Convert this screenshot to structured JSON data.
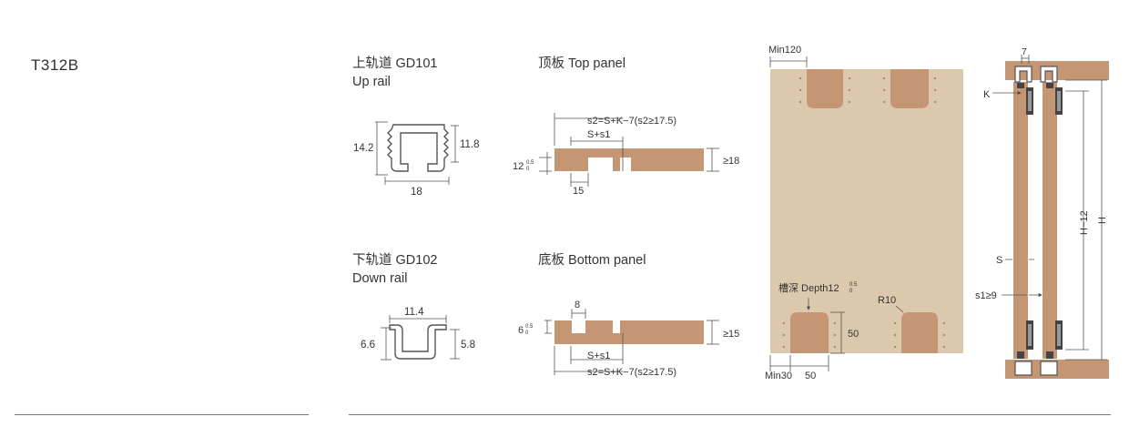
{
  "model": "T312B",
  "up_rail": {
    "title_cn_code": "上轨道 GD101",
    "title_en": "Up rail",
    "dims": {
      "height_outer": "14.2",
      "height_inner": "11.8",
      "width": "18"
    }
  },
  "top_panel": {
    "title": "顶板 Top panel",
    "dims": {
      "s2": "s2=S+K−7(s2≥17.5)",
      "s_s1": "S+s1",
      "depth": "12",
      "tol_upper": "0.5",
      "tol_lower": "0",
      "groove_width": "15",
      "thickness": "≥18"
    }
  },
  "down_rail": {
    "title_cn_code": "下轨道 GD102",
    "title_en": "Down rail",
    "dims": {
      "width": "11.4",
      "height_outer": "6.6",
      "height_inner": "5.8"
    }
  },
  "bottom_panel": {
    "title": "底板 Bottom panel",
    "dims": {
      "groove_width": "8",
      "depth": "6",
      "tol_upper": "0.5",
      "tol_lower": "0",
      "thickness": "≥15",
      "s_s1": "S+s1",
      "s2": "s2=S+K−7(s2≥17.5)"
    }
  },
  "front_view": {
    "min120": "Min120",
    "groove_depth": "槽深 Depth12",
    "tol_upper": "0.5",
    "tol_lower": "0",
    "r10": "R10",
    "dim_50_vertical": "50",
    "min30": "Min30",
    "dim_50_horizontal": "50"
  },
  "side_view": {
    "k7": "7",
    "k": "K",
    "h12": "H−12",
    "h": "H",
    "s": "S",
    "s1": "s1≥9"
  },
  "colors": {
    "wood": "#c59673",
    "panel_face": "#dcc8ad",
    "rail_gray": "#555555",
    "line": "#777777"
  }
}
